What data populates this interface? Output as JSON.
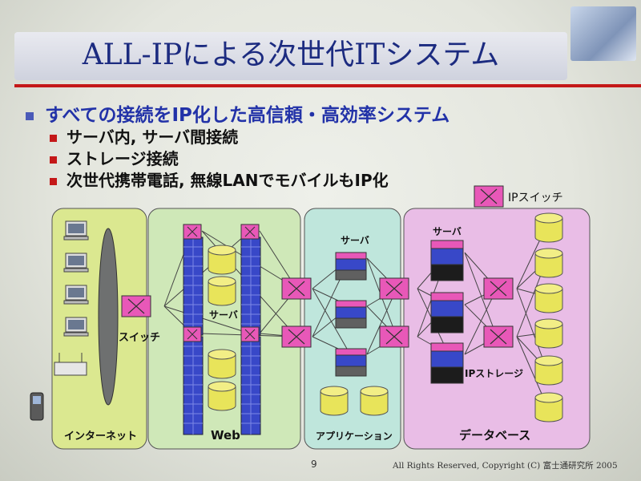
{
  "slide": {
    "title": "ALL-IPによる次世代ITシステム",
    "bullet_main": "すべての接続をIP化した高信頼・高効率システム",
    "sub_bullets": [
      "サーバ内, サーバ間接続",
      "ストレージ接続",
      "次世代携帯電話, 無線LANでモバイルもIP化"
    ],
    "page_number": "9",
    "copyright": "All Rights Reserved, Copyright (C) 富士通研究所 2005"
  },
  "diagram": {
    "legend_label": "IPスイッチ",
    "zones": {
      "internet": "インターネット",
      "web": "Web",
      "application": "アプリケーション",
      "database": "データベース"
    },
    "labels": {
      "switch": "スイッチ",
      "web_server": "サーバ",
      "app_server": "サーバ",
      "db_server": "サーバ",
      "ip_storage": "IPストレージ"
    },
    "colors": {
      "switch_fill": "#e858b8",
      "internet_zone": "#dbe890",
      "web_zone": "#cfe8b8",
      "app_zone": "#bfe6dc",
      "db_zone": "#e9bde6",
      "storage": "#e8e45a",
      "server_blue": "#3848c8",
      "title_text": "#1c2b80",
      "accent_red": "#c41818"
    }
  }
}
